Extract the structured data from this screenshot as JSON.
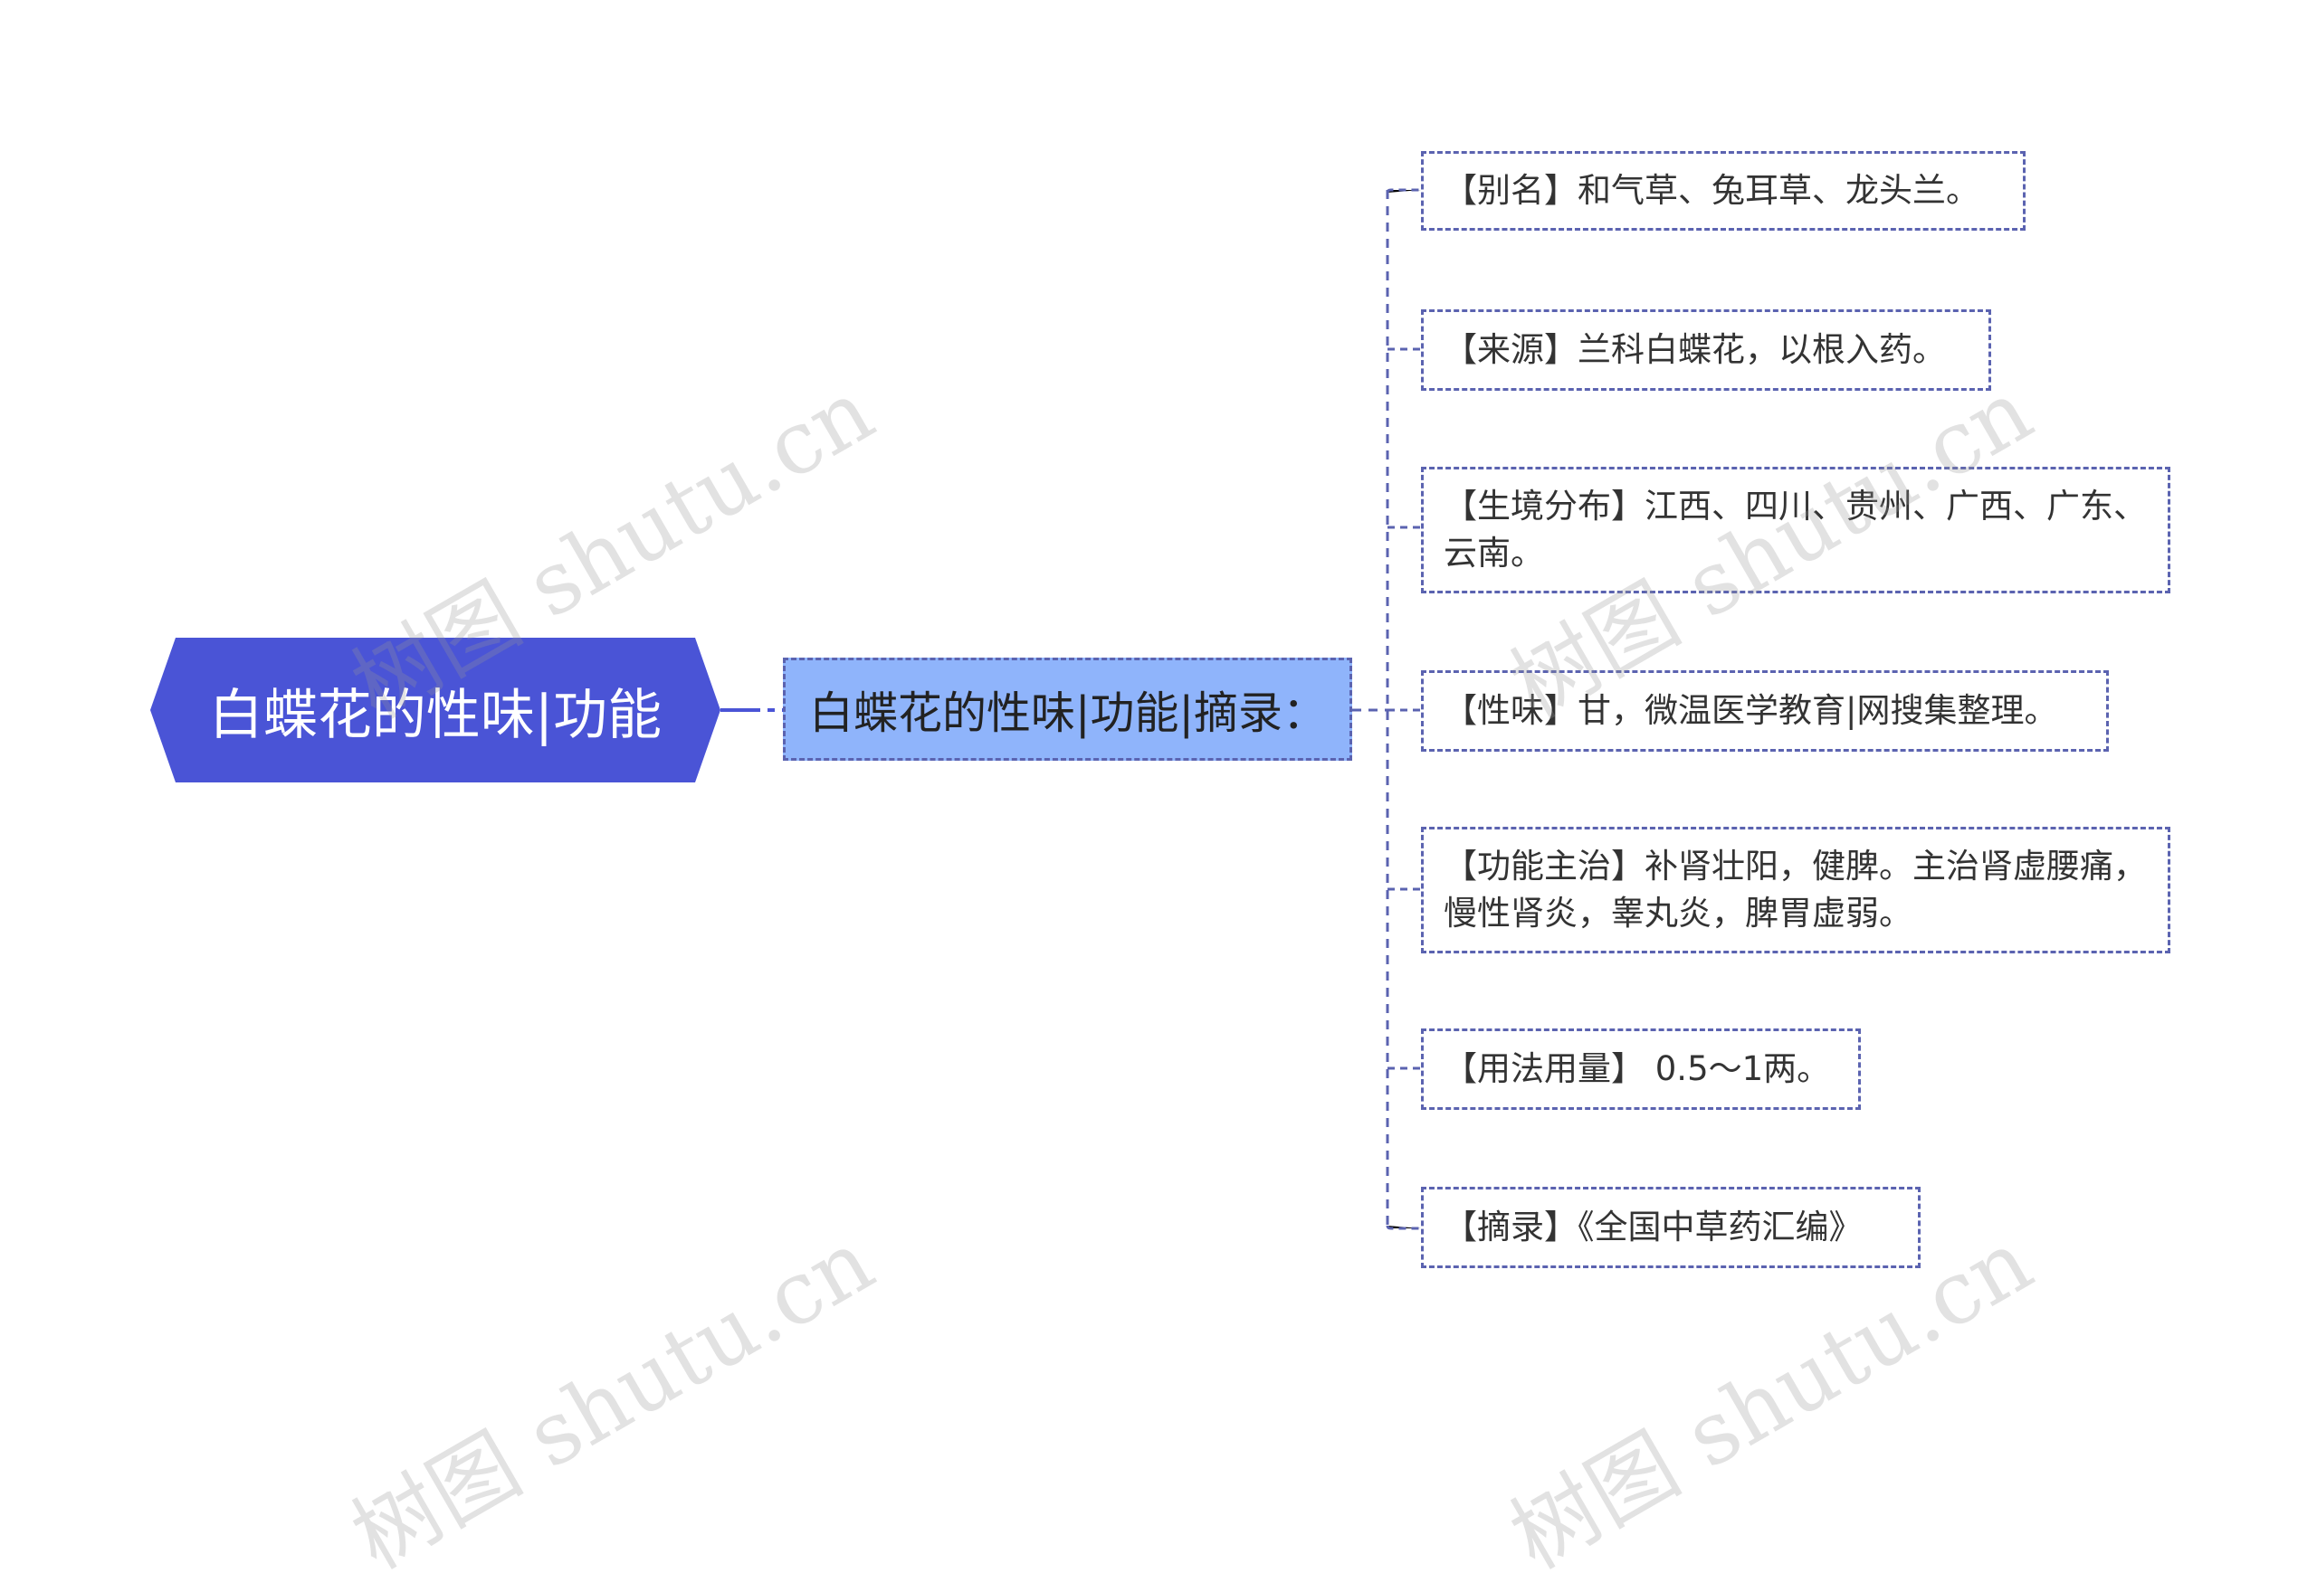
{
  "root": {
    "label": "白蝶花的性味|功能"
  },
  "summary": {
    "label": "白蝶花的性味|功能|摘录："
  },
  "items": [
    {
      "text": "【别名】和气草、兔耳草、龙头兰。"
    },
    {
      "text": "【来源】兰科白蝶花，以根入药。"
    },
    {
      "text": "【生境分布】江西、四川、贵州、广西、广东、云南。"
    },
    {
      "text": "【性味】甘，微温医学教育|网搜集整理。"
    },
    {
      "text": "【功能主治】补肾壮阳，健脾。主治肾虚腰痛，慢性肾炎，睾丸炎，脾胃虚弱。"
    },
    {
      "text": "【用法用量】 0.5～1两。"
    },
    {
      "text": "【摘录】《全国中草药汇编》"
    }
  ],
  "watermark": {
    "text": "树图 shutu.cn"
  },
  "colors": {
    "root": "#4a54d6",
    "summary": "#8fb4fb",
    "connector": "#5b63b0"
  }
}
